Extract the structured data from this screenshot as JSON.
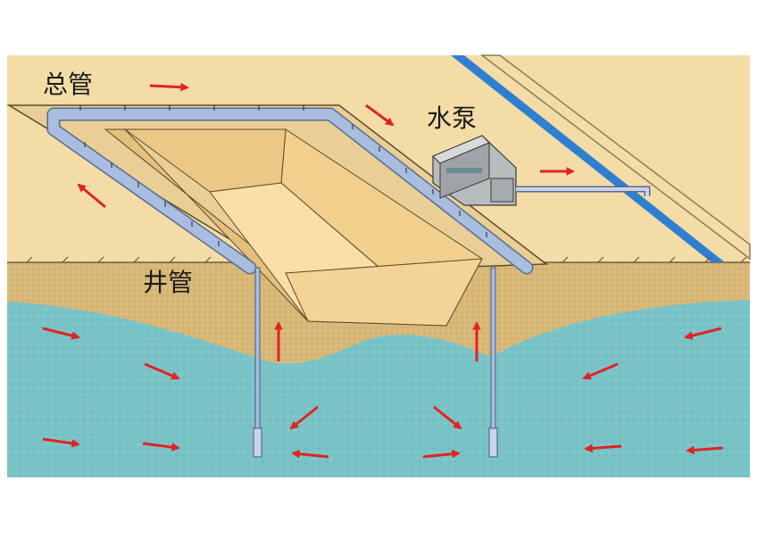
{
  "labels": {
    "main_pipe": "总管",
    "pump": "水泵",
    "well_pipe": "井管"
  },
  "colors": {
    "ground_surface": "#f4dca7",
    "soil": "#d8b877",
    "groundwater": "#79c3c7",
    "pipe": "#a9bde0",
    "canal": "#2f7fd0",
    "flow_arrow": "#e02424",
    "pit_wall": "#f1cf8d",
    "pit_floor": "#f8dfa6",
    "pump_body": "#b9bcbd"
  },
  "icons": [
    "flow-arrow",
    "water-pump",
    "well-point"
  ]
}
